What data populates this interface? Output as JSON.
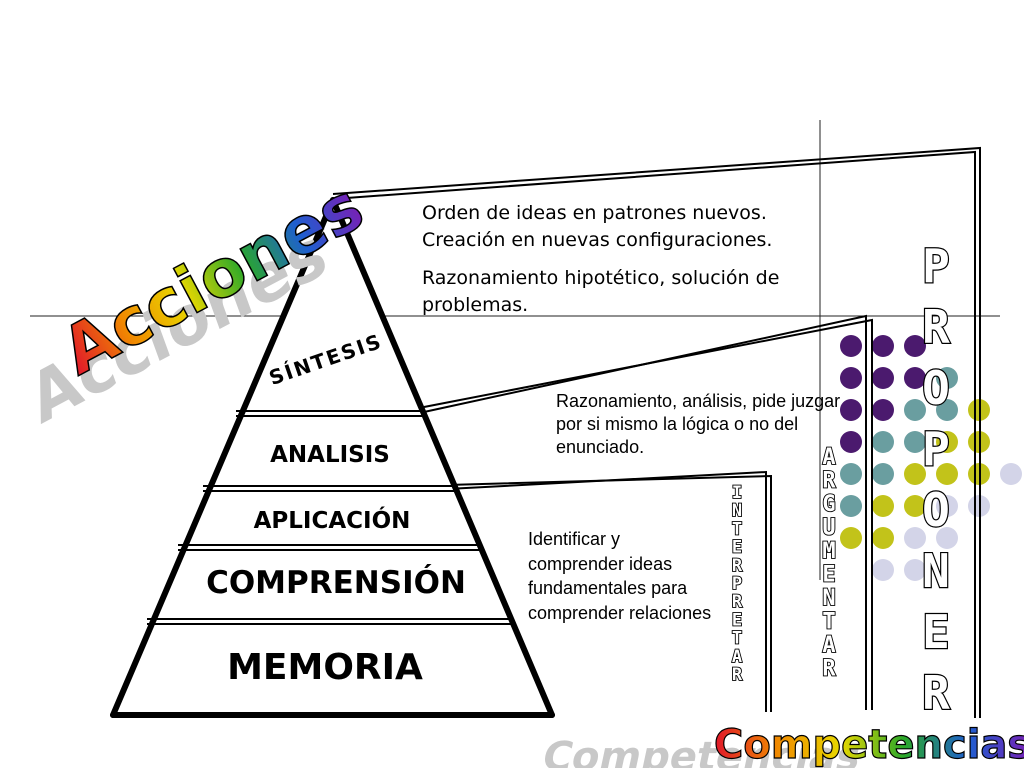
{
  "title_left": "Acciones",
  "title_bottom": "Competencias",
  "pyramid_levels": [
    {
      "label": "SÍNTESIS"
    },
    {
      "label": "ANALISIS"
    },
    {
      "label": "APLICACIÓN"
    },
    {
      "label": "COMPRENSIÓN"
    },
    {
      "label": "MEMORIA"
    }
  ],
  "descriptions": {
    "sintesis": {
      "line1": "Orden de ideas en patrones nuevos. Creación en nuevas configuraciones.",
      "line2": "Razonamiento hipotético, solución de problemas."
    },
    "analisis": "Razonamiento, análisis, pide juzgar por si mismo la lógica o no del enunciado.",
    "aplicacion": "Identificar y comprender ideas fundamentales para comprender relaciones"
  },
  "competencias": {
    "proponer": "PROPONER",
    "argumentar": "ARGUMENTAR",
    "interpretar": "INTERPRETAR"
  },
  "colors": {
    "dot_purple": "#4b1a6e",
    "dot_teal": "#6a9ea0",
    "dot_olive": "#c2c31a",
    "dot_lavender": "#d3d4e8"
  }
}
